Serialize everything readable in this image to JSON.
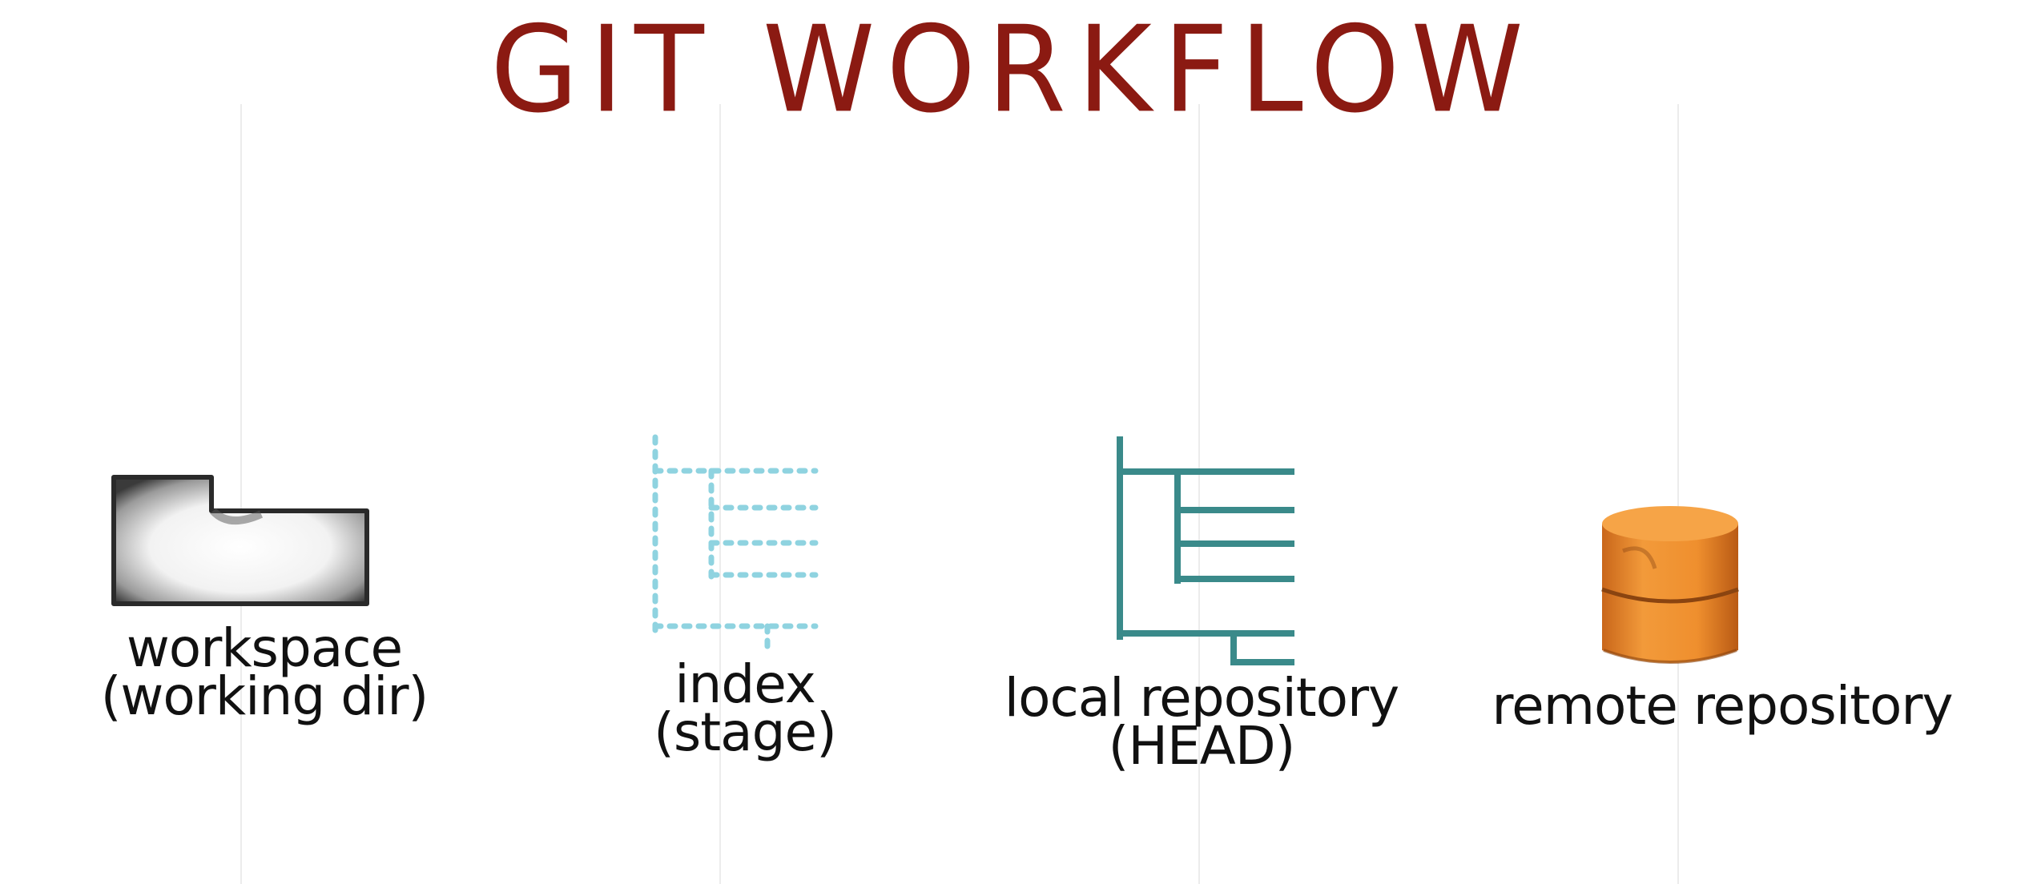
{
  "title": "GIT WORKFLOW",
  "colors": {
    "title": "#8b1a12",
    "index_icon": "#8fd3e0",
    "local_repo_icon": "#3a8a8a",
    "remote_repo_icon": "#e88a2a",
    "folder_icon": "#2a2a2a",
    "label_text": "#111111"
  },
  "stages": [
    {
      "id": "workspace",
      "icon": "folder-icon",
      "name": "workspace",
      "sub": "(working dir)"
    },
    {
      "id": "index",
      "icon": "staging-tree-icon",
      "name": "index",
      "sub": "(stage)"
    },
    {
      "id": "local",
      "icon": "repository-tree-icon",
      "name": "local repository",
      "sub": "(HEAD)"
    },
    {
      "id": "remote",
      "icon": "database-icon",
      "name": "remote repository",
      "sub": ""
    }
  ]
}
